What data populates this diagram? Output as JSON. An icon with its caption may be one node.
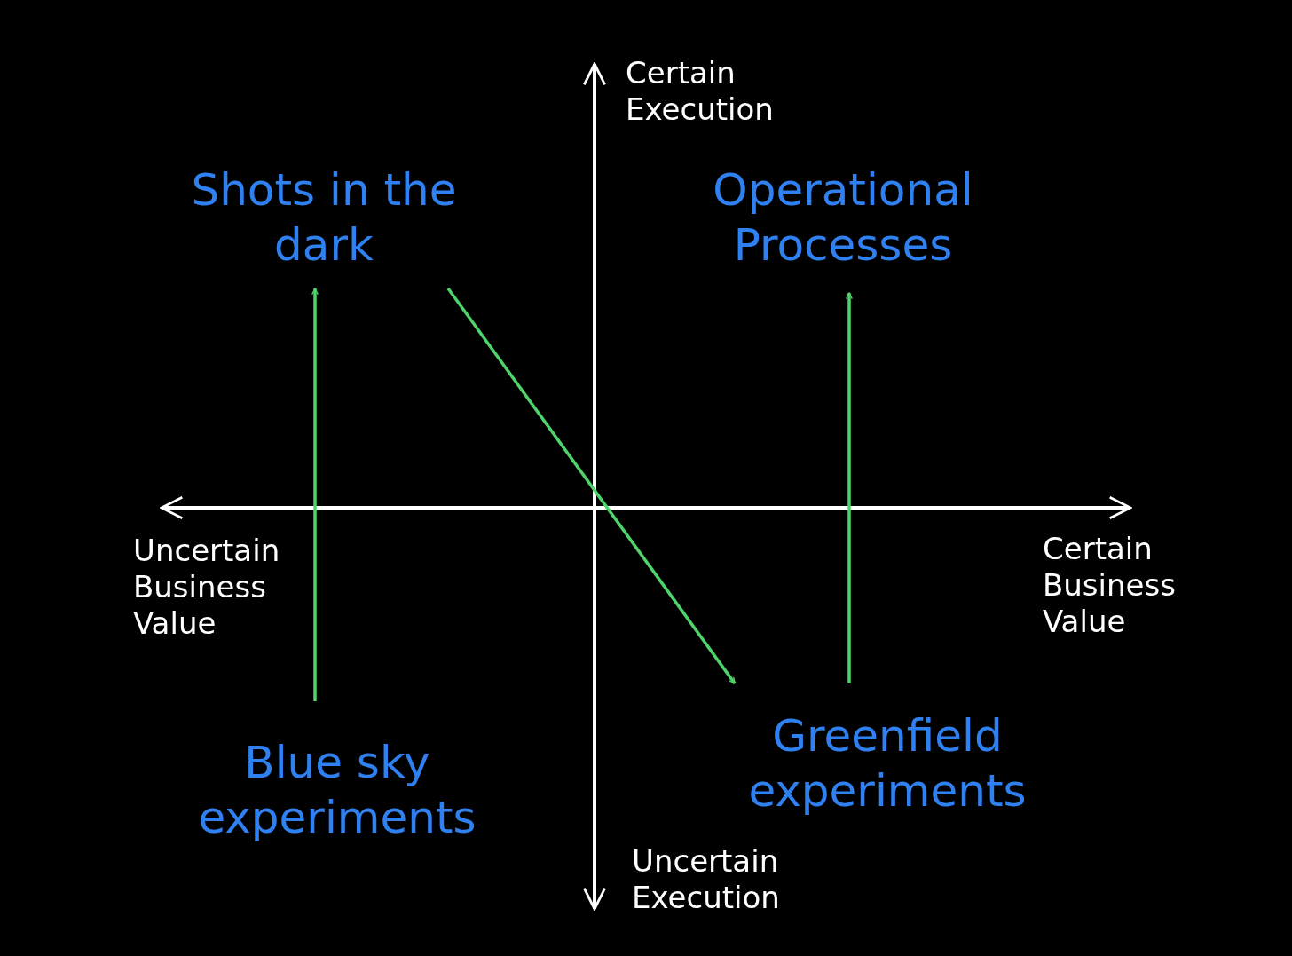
{
  "diagram": {
    "nodes": [
      {
        "text": [
          "Shots in the dark"
        ]
      },
      {
        "text": [
          "Operational Processes"
        ]
      },
      {
        "text": [
          "Blue sky experiments"
        ]
      },
      {
        "text": [
          "Greenfield experiments"
        ]
      }
    ],
    "edges": [
      {
        "from": 2,
        "to": 0,
        "arrow": "to"
      },
      {
        "from": 0,
        "to": 3,
        "arrow": "to"
      },
      {
        "from": 3,
        "to": 1,
        "arrow": "to"
      }
    ],
    "labels": [
      "Certain Execution",
      "Uncertain Business Value",
      "Certain Business Value",
      "Uncertain Execution"
    ]
  }
}
